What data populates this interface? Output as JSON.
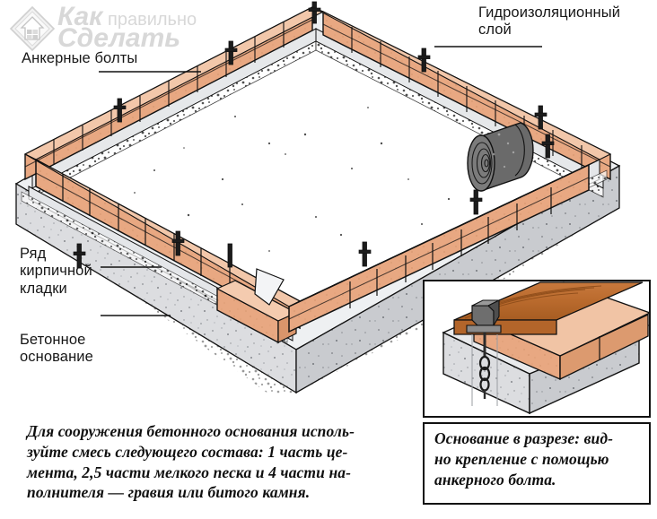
{
  "watermark": {
    "line1": "Как",
    "line2": "правильно",
    "line3": "Сделать",
    "badge_icon": "house-in-diamond-logo"
  },
  "labels": {
    "anchor_bolts": "Анкерные болты",
    "waterproofing_layer": "Гидроизоляционный\nслой",
    "brick_course": "Ряд\nкирпичной\nкладки",
    "concrete_base": "Бетонное\nоснование"
  },
  "captions": {
    "left": "Для сооружения бетонного основания исполь-\nзуйте смесь следующего состава: 1 часть це-\nмента, 2,5 части мелкого песка и 4 части на-\nполнителя — гравия или битого камня.",
    "right": "Основание в разрезе: вид-\nно крепление с помощью\nанкерного болта."
  },
  "colors": {
    "brick": "#e8a882",
    "brick_dark": "#d6915f",
    "brick_top": "#f0c2a4",
    "concrete": "#dcdde0",
    "concrete_shade": "#c6c8cc",
    "concrete_light": "#eaebee",
    "wood": "#c3763a",
    "wood_dark": "#a85c22",
    "metal": "#4a4a4a",
    "outline": "#111111",
    "watermark": "#d8d8d8",
    "background": "#ffffff"
  },
  "diagram": {
    "main_view": "isometric-strip-foundation-with-brick-course",
    "inset_view": "section-through-base-showing-anchor-bolt",
    "anchor_bolt_count": 12,
    "waterproofing_roll": "rolled-bitumen-membrane"
  }
}
